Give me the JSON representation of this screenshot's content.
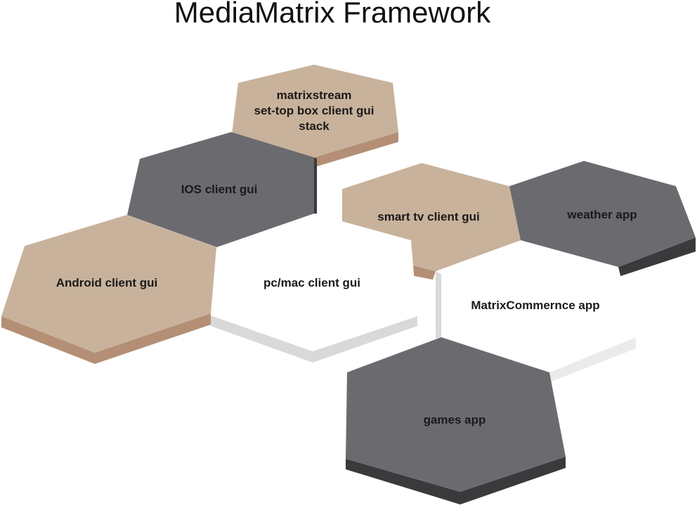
{
  "title": "MediaMatrix Framework",
  "colors": {
    "tan_face": "#c8b29b",
    "tan_side": "#b48f75",
    "gray_face": "#6b6a6f",
    "gray_side": "#3a3a3c",
    "white_face": "#ffffff",
    "white_side": "#d9d9d9",
    "white_side_light": "#ebebeb"
  },
  "nodes": [
    {
      "id": "set-top-box",
      "lines": [
        "matrixstream",
        "set-top box client gui",
        "stack"
      ]
    },
    {
      "id": "ios",
      "lines": [
        "IOS client gui"
      ]
    },
    {
      "id": "smart-tv",
      "lines": [
        "smart tv client gui"
      ]
    },
    {
      "id": "weather",
      "lines": [
        "weather app"
      ]
    },
    {
      "id": "android",
      "lines": [
        "Android client gui"
      ]
    },
    {
      "id": "pc-mac",
      "lines": [
        "pc/mac client gui"
      ]
    },
    {
      "id": "matrix-commerce",
      "lines": [
        "MatrixCommernce app"
      ]
    },
    {
      "id": "games",
      "lines": [
        "games app"
      ]
    }
  ]
}
